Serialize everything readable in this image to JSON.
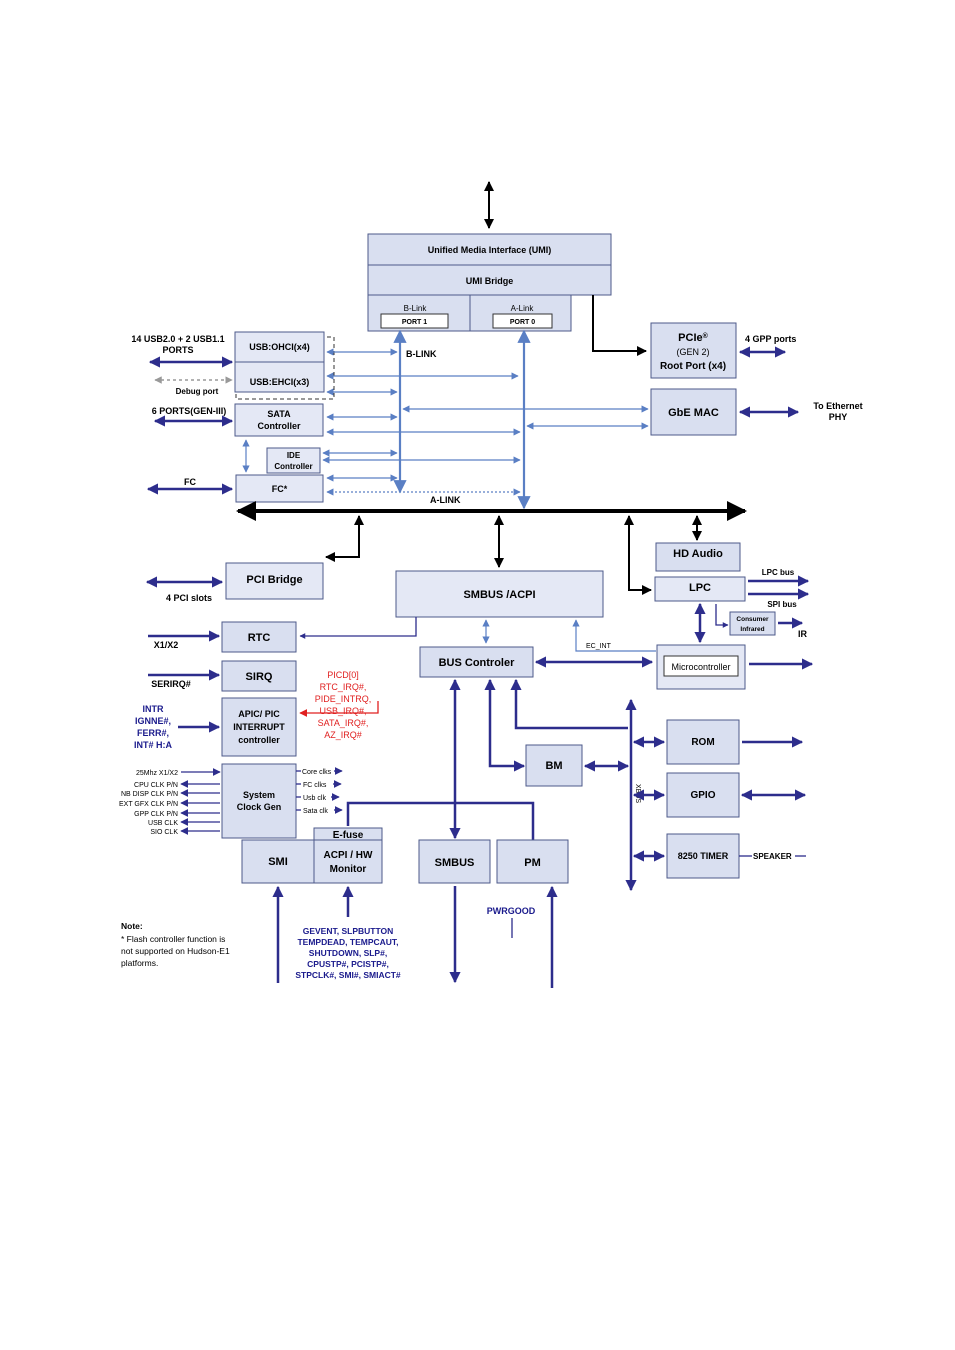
{
  "blocks": {
    "umi": "Unified Media Interface (UMI)",
    "umi_bridge": "UMI Bridge",
    "b_link_header": "B-Link",
    "a_link_header": "A-Link",
    "port1": "PORT 1",
    "port0": "PORT 0",
    "pcie_line1": "PCIe",
    "pcie_line2": "(GEN 2)",
    "pcie_line3": "Root Port (x4)",
    "gbe_mac": "GbE MAC",
    "usb_ohci": "USB:OHCI(x4)",
    "usb_ehci": "USB:EHCI(x3)",
    "sata_line1": "SATA",
    "sata_line2": "Controller",
    "ide_line1": "IDE",
    "ide_line2": "Controller",
    "fc": "FC*",
    "hd_audio": "HD Audio",
    "lpc": "LPC",
    "consumer_ir_line1": "Consumer",
    "consumer_ir_line2": "Infrared",
    "pci_bridge": "PCI Bridge",
    "smbus_acpi": "SMBUS /ACPI",
    "rtc": "RTC",
    "sirq": "SIRQ",
    "apic_line1": "APIC/ PIC",
    "apic_line2": "INTERRUPT",
    "apic_line3": "controller",
    "bus_controller": "BUS Controler",
    "microcontroller": "Microcontroller",
    "bm": "BM",
    "rom": "ROM",
    "gpio": "GPIO",
    "timer": "8250 TIMER",
    "clockgen_line1": "System",
    "clockgen_line2": "Clock Gen",
    "efuse": "E-fuse",
    "smi": "SMI",
    "acpi_hw_line1": "ACPI / HW",
    "acpi_hw_line2": "Monitor",
    "smbus": "SMBUS",
    "pm": "PM"
  },
  "labels": {
    "usb_ports_line1": "14 USB2.0 + 2 USB1.1",
    "usb_ports_line2": "PORTS",
    "debug_port": "Debug port",
    "sata_ports": "6 PORTS(GEN-III)",
    "fc_ext": "FC",
    "b_link": "B-LINK",
    "a_link": "A-LINK",
    "gpp_ports": "4 GPP ports",
    "ethernet_line1": "To Ethernet",
    "ethernet_line2": "PHY",
    "pci_slots": "4 PCI slots",
    "lpc_bus": "LPC bus",
    "spi_bus": "SPI bus",
    "ir": "IR",
    "ec_int": "EC_INT",
    "x1x2": "X1/X2",
    "serirq": "SERIRQ#",
    "intr_line1": "INTR",
    "intr_line2": "IGNNE#,",
    "intr_line3": "FERR#,",
    "intr_line4": "INT# H:A",
    "irq_list": [
      "PICD[0]",
      "RTC_IRQ#,",
      "PIDE_INTRQ,",
      "USB_IRQ#,",
      "SATA_IRQ#,",
      "AZ_IRQ#"
    ],
    "clk_inputs": [
      "25Mhz X1/X2",
      "CPU CLK P/N",
      "NB DISP CLK P/N",
      "EXT GFX CLK P/N",
      "GPP CLK P/N",
      "USB CLK",
      "SIO CLK"
    ],
    "clk_outputs": [
      "Core clks",
      "FC clks",
      "Usb clk",
      "Sata clk"
    ],
    "xbus": "XBUS",
    "speaker": "SPEAKER",
    "pwrgood": "PWRGOOD",
    "acpi_signals": [
      "GEVENT, SLPBUTTON",
      "TEMPDEAD, TEMPCAUT,",
      "SHUTDOWN, SLP#,",
      "CPUSTP#, PCISTP#,",
      "STPCLK#, SMI#, SMIACT#"
    ]
  },
  "note": {
    "title": "Note:",
    "lines": [
      "* Flash controller function is",
      "not supported on Hudson-E1",
      "platforms."
    ]
  }
}
